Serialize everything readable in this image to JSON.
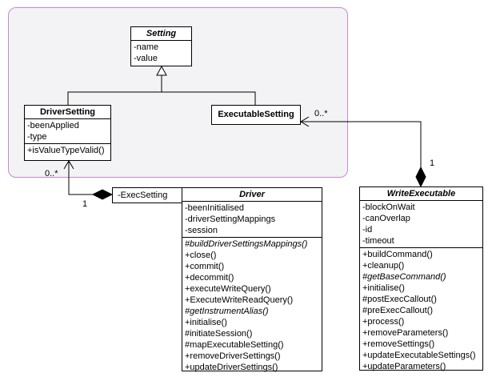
{
  "package": {},
  "classes": {
    "setting": {
      "name": "Setting",
      "attributes": [
        "-name",
        "-value"
      ],
      "operations": []
    },
    "driver_setting": {
      "name": "DriverSetting",
      "attributes": [
        "-beenApplied",
        "-type"
      ],
      "operations": [
        "+isValueTypeValid()"
      ]
    },
    "executable_setting": {
      "name": "ExecutableSetting",
      "attributes": [],
      "operations": []
    },
    "driver": {
      "name": "Driver",
      "attributes": [
        "-beenInitialised",
        "-driverSettingMappings",
        "-session"
      ],
      "operations": [
        "#buildDriverSettingsMappings()",
        "+close()",
        "+commit()",
        "+decommit()",
        "+executeWriteQuery()",
        "+ExecuteWriteReadQuery()",
        "#getInstrumentAlias()",
        "+initialise()",
        "#initiateSession()",
        "#mapExecutableSetting()",
        "+removeDriverSettings()",
        "+updateDriverSettings()"
      ]
    },
    "write_executable": {
      "name": "WriteExecutable",
      "attributes": [
        "-blockOnWait",
        "-canOverlap",
        "-id",
        "-timeout"
      ],
      "operations": [
        "+buildCommand()",
        "+cleanup()",
        "#getBaseCommand()",
        "+initialise()",
        "#postExecCallout()",
        "#preExecCallout()",
        "+process()",
        "+removeParameters()",
        "+removeSettings()",
        "+updateExecutableSettings()",
        "+updateParameters()"
      ]
    }
  },
  "abstract": {
    "classes": [
      "setting",
      "driver",
      "write_executable"
    ],
    "operations": [
      "#buildDriverSettingsMappings()",
      "#getInstrumentAlias()",
      "#getBaseCommand()"
    ]
  },
  "relationships": {
    "generalizations": [
      {
        "from": "DriverSetting",
        "to": "Setting"
      },
      {
        "from": "ExecutableSetting",
        "to": "Setting"
      }
    ],
    "driver_composition": {
      "whole": "Driver",
      "part": "DriverSetting",
      "qualifier": "-ExecSetting",
      "whole_multiplicity": "1",
      "part_multiplicity": "0..*"
    },
    "write_executable_composition": {
      "whole": "WriteExecutable",
      "part": "ExecutableSetting",
      "whole_multiplicity": "1",
      "part_multiplicity": "0..*"
    }
  },
  "colors": {
    "package_border": "#c58ad3",
    "package_fill": "#f3f2f4",
    "line": "#000000",
    "class_fill": "#ffffff"
  }
}
